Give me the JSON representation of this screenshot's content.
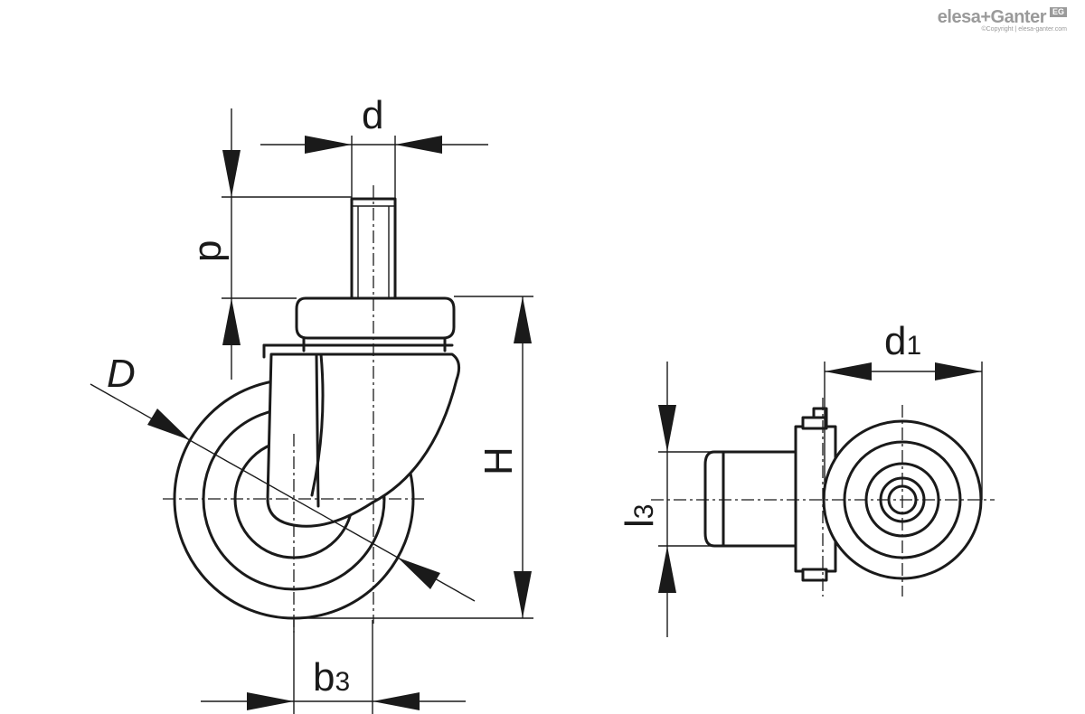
{
  "brand": {
    "logo_text": "elesa+Ganter",
    "badge": "EG",
    "copyright": "©Copyright | elesa-ganter.com"
  },
  "dimensions": {
    "d": "d",
    "p": "p",
    "D": "D",
    "H": "H",
    "b3_main": "b",
    "b3_sub": "3",
    "d1_main": "d",
    "d1_sub": "1",
    "l3_main": "l",
    "l3_sub": "3"
  }
}
